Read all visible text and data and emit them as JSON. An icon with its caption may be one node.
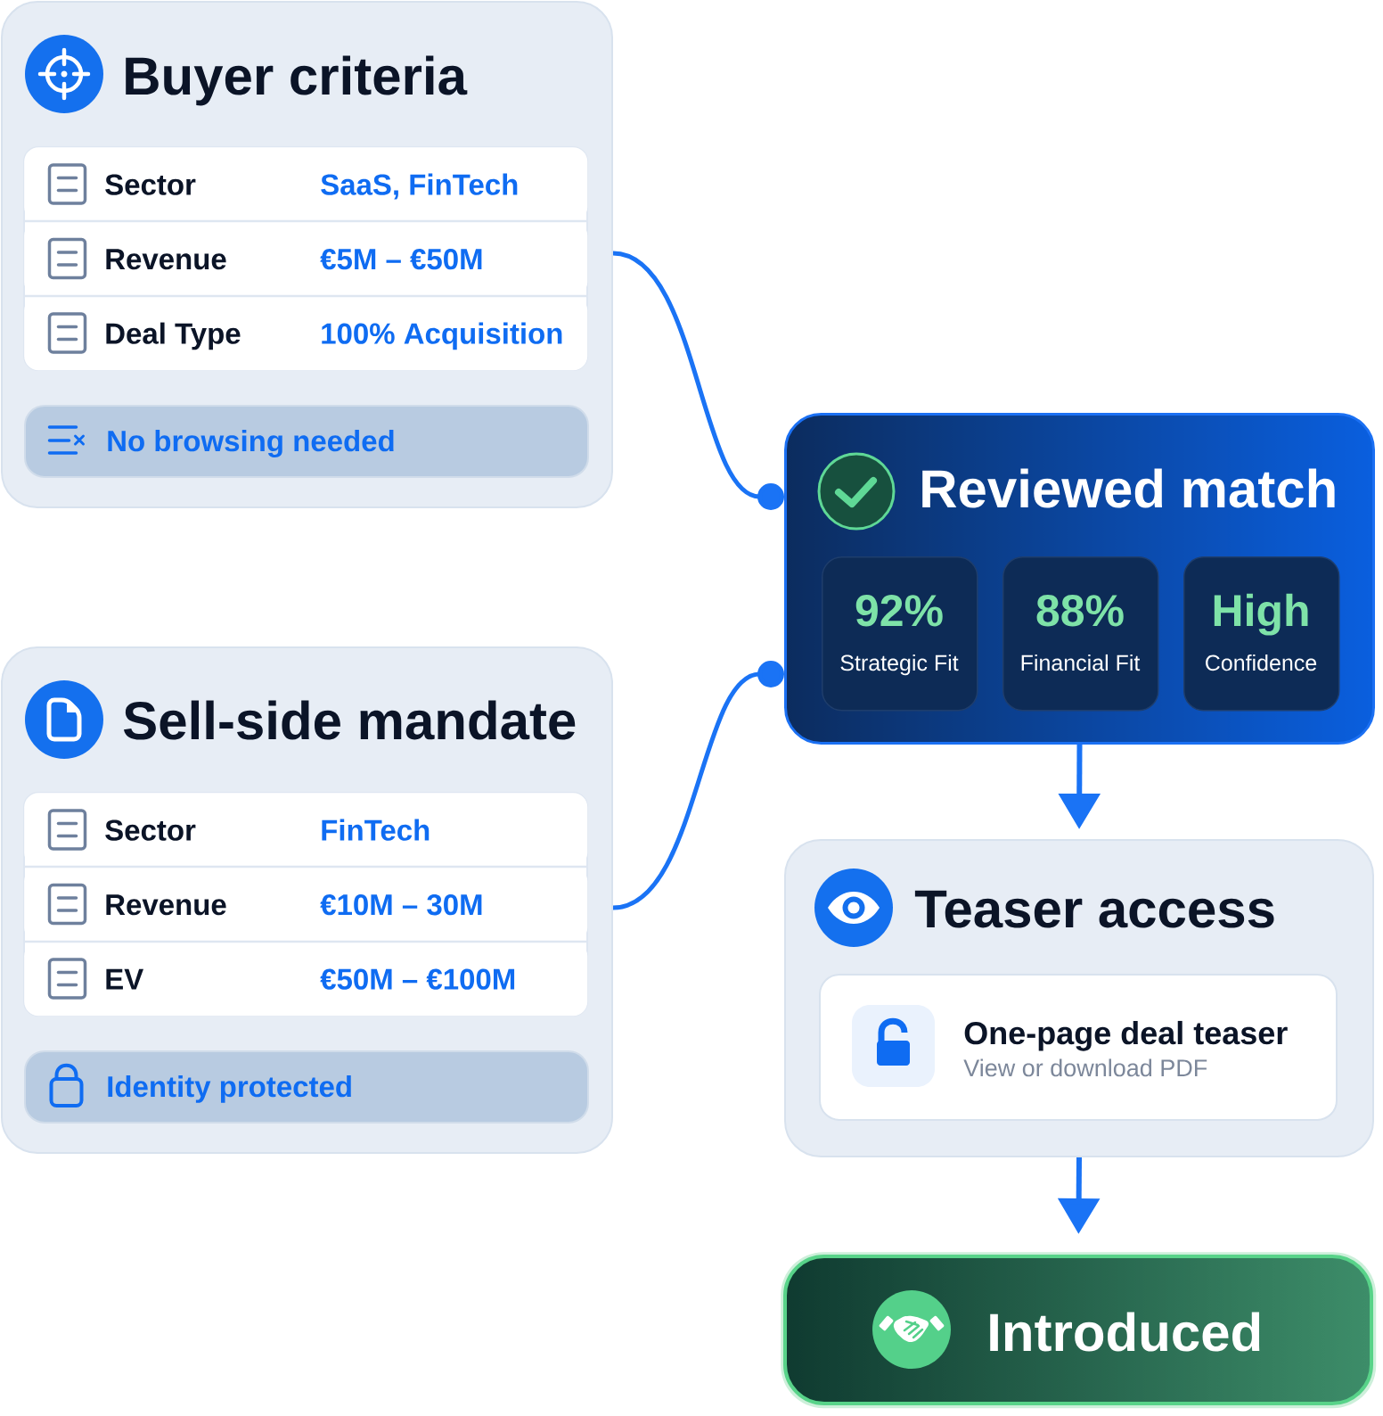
{
  "diagram": {
    "nodes": [
      {
        "text": [
          "Buyer criteria"
        ]
      },
      {
        "text": [
          "Sector",
          "SaaS, FinTech"
        ],
        "in": 0
      },
      {
        "text": [
          "Revenue",
          "€5M – €50M"
        ],
        "in": 0
      },
      {
        "text": [
          "Deal Type",
          "100% Acquisition"
        ],
        "in": 0
      },
      {
        "text": [
          "No browsing needed"
        ],
        "in": 0
      },
      {
        "text": [
          "Sell-side mandate"
        ]
      },
      {
        "text": [
          "Sector",
          "FinTech"
        ],
        "in": 5
      },
      {
        "text": [
          "Revenue",
          "€10M – 30M"
        ],
        "in": 5
      },
      {
        "text": [
          "EV",
          "€50M – €100M"
        ],
        "in": 5
      },
      {
        "text": [
          "Identity protected"
        ],
        "in": 5
      },
      {
        "text": [
          "Reviewed match"
        ]
      },
      {
        "text": [
          "92%",
          "Strategic Fit"
        ],
        "in": 10
      },
      {
        "text": [
          "88%",
          "Financial Fit"
        ],
        "in": 10
      },
      {
        "text": [
          "High",
          "Confidence"
        ],
        "in": 10
      },
      {
        "text": [
          "Teaser access"
        ]
      },
      {
        "text": [
          "One-page deal teaser",
          "View or download PDF"
        ],
        "in": 14
      },
      {
        "text": [
          "Introduced"
        ]
      }
    ],
    "edges": [
      {
        "from": 0,
        "to": 10,
        "arrow": "other"
      },
      {
        "from": 5,
        "to": 10,
        "arrow": "other"
      },
      {
        "from": 10,
        "to": 14,
        "arrow": "to"
      },
      {
        "from": 14,
        "to": 16,
        "arrow": "to"
      }
    ]
  }
}
